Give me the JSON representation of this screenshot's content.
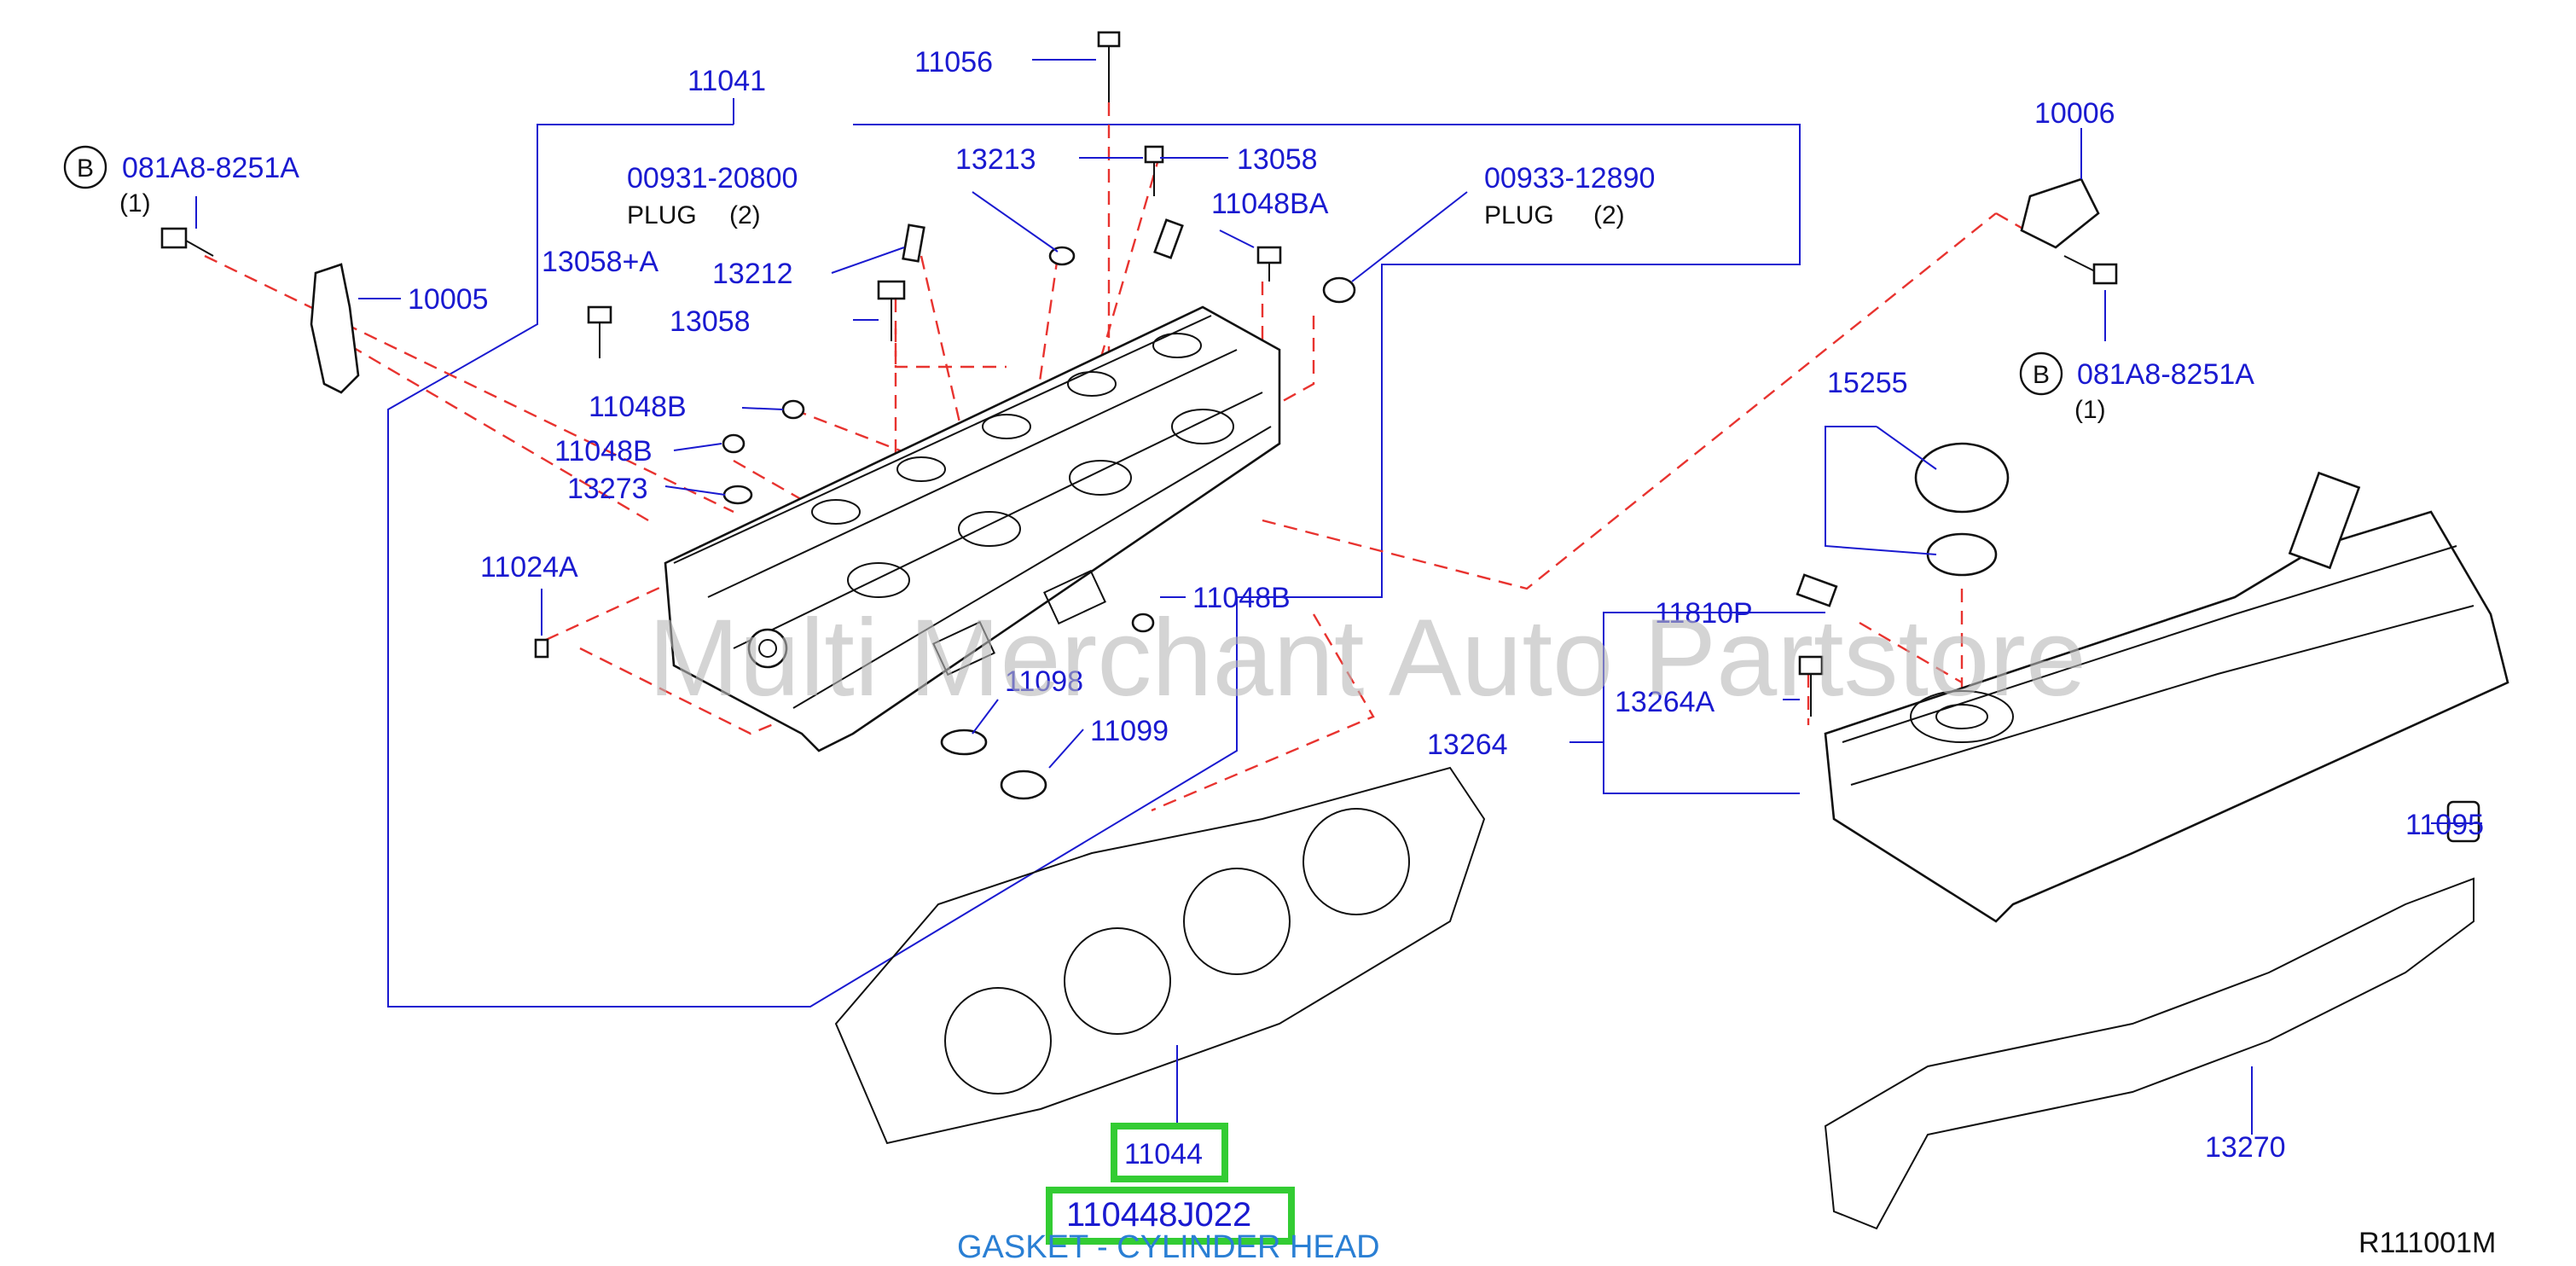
{
  "labels": {
    "p11041": "11041",
    "p11056": "11056",
    "p13213": "13213",
    "p13058a": "13058",
    "p11048ba": "11048BA",
    "p00931": "00931-20800",
    "plug": "PLUG",
    "qty2": "(2)",
    "p00933": "00933-12890",
    "p13058plusA": "13058+A",
    "p13212": "13212",
    "p13058b": "13058",
    "p10005": "10005",
    "p081a8": "081A8-8251A",
    "qty1": "(1)",
    "badgeB": "B",
    "p11048b1": "11048B",
    "p11048b2": "11048B",
    "p13273": "13273",
    "p11024a": "11024A",
    "p11048b3": "11048B",
    "p11098": "11098",
    "p11099": "11099",
    "p10006": "10006",
    "p15255": "15255",
    "p11810p": "11810P",
    "p13264a": "13264A",
    "p13264": "13264",
    "p11095": "11095",
    "p13270": "13270",
    "p11044": "11044",
    "part_number": "110448J022",
    "description": "GASKET - CYLINDER HEAD",
    "ref_code": "R111001M",
    "watermark": "Multi Merchant Auto Partstore"
  },
  "colors": {
    "label_blue": "#1a1ad0",
    "dash_red": "#e8332f",
    "highlight_green": "#33cc33",
    "desc_blue": "#2a7fd4"
  }
}
